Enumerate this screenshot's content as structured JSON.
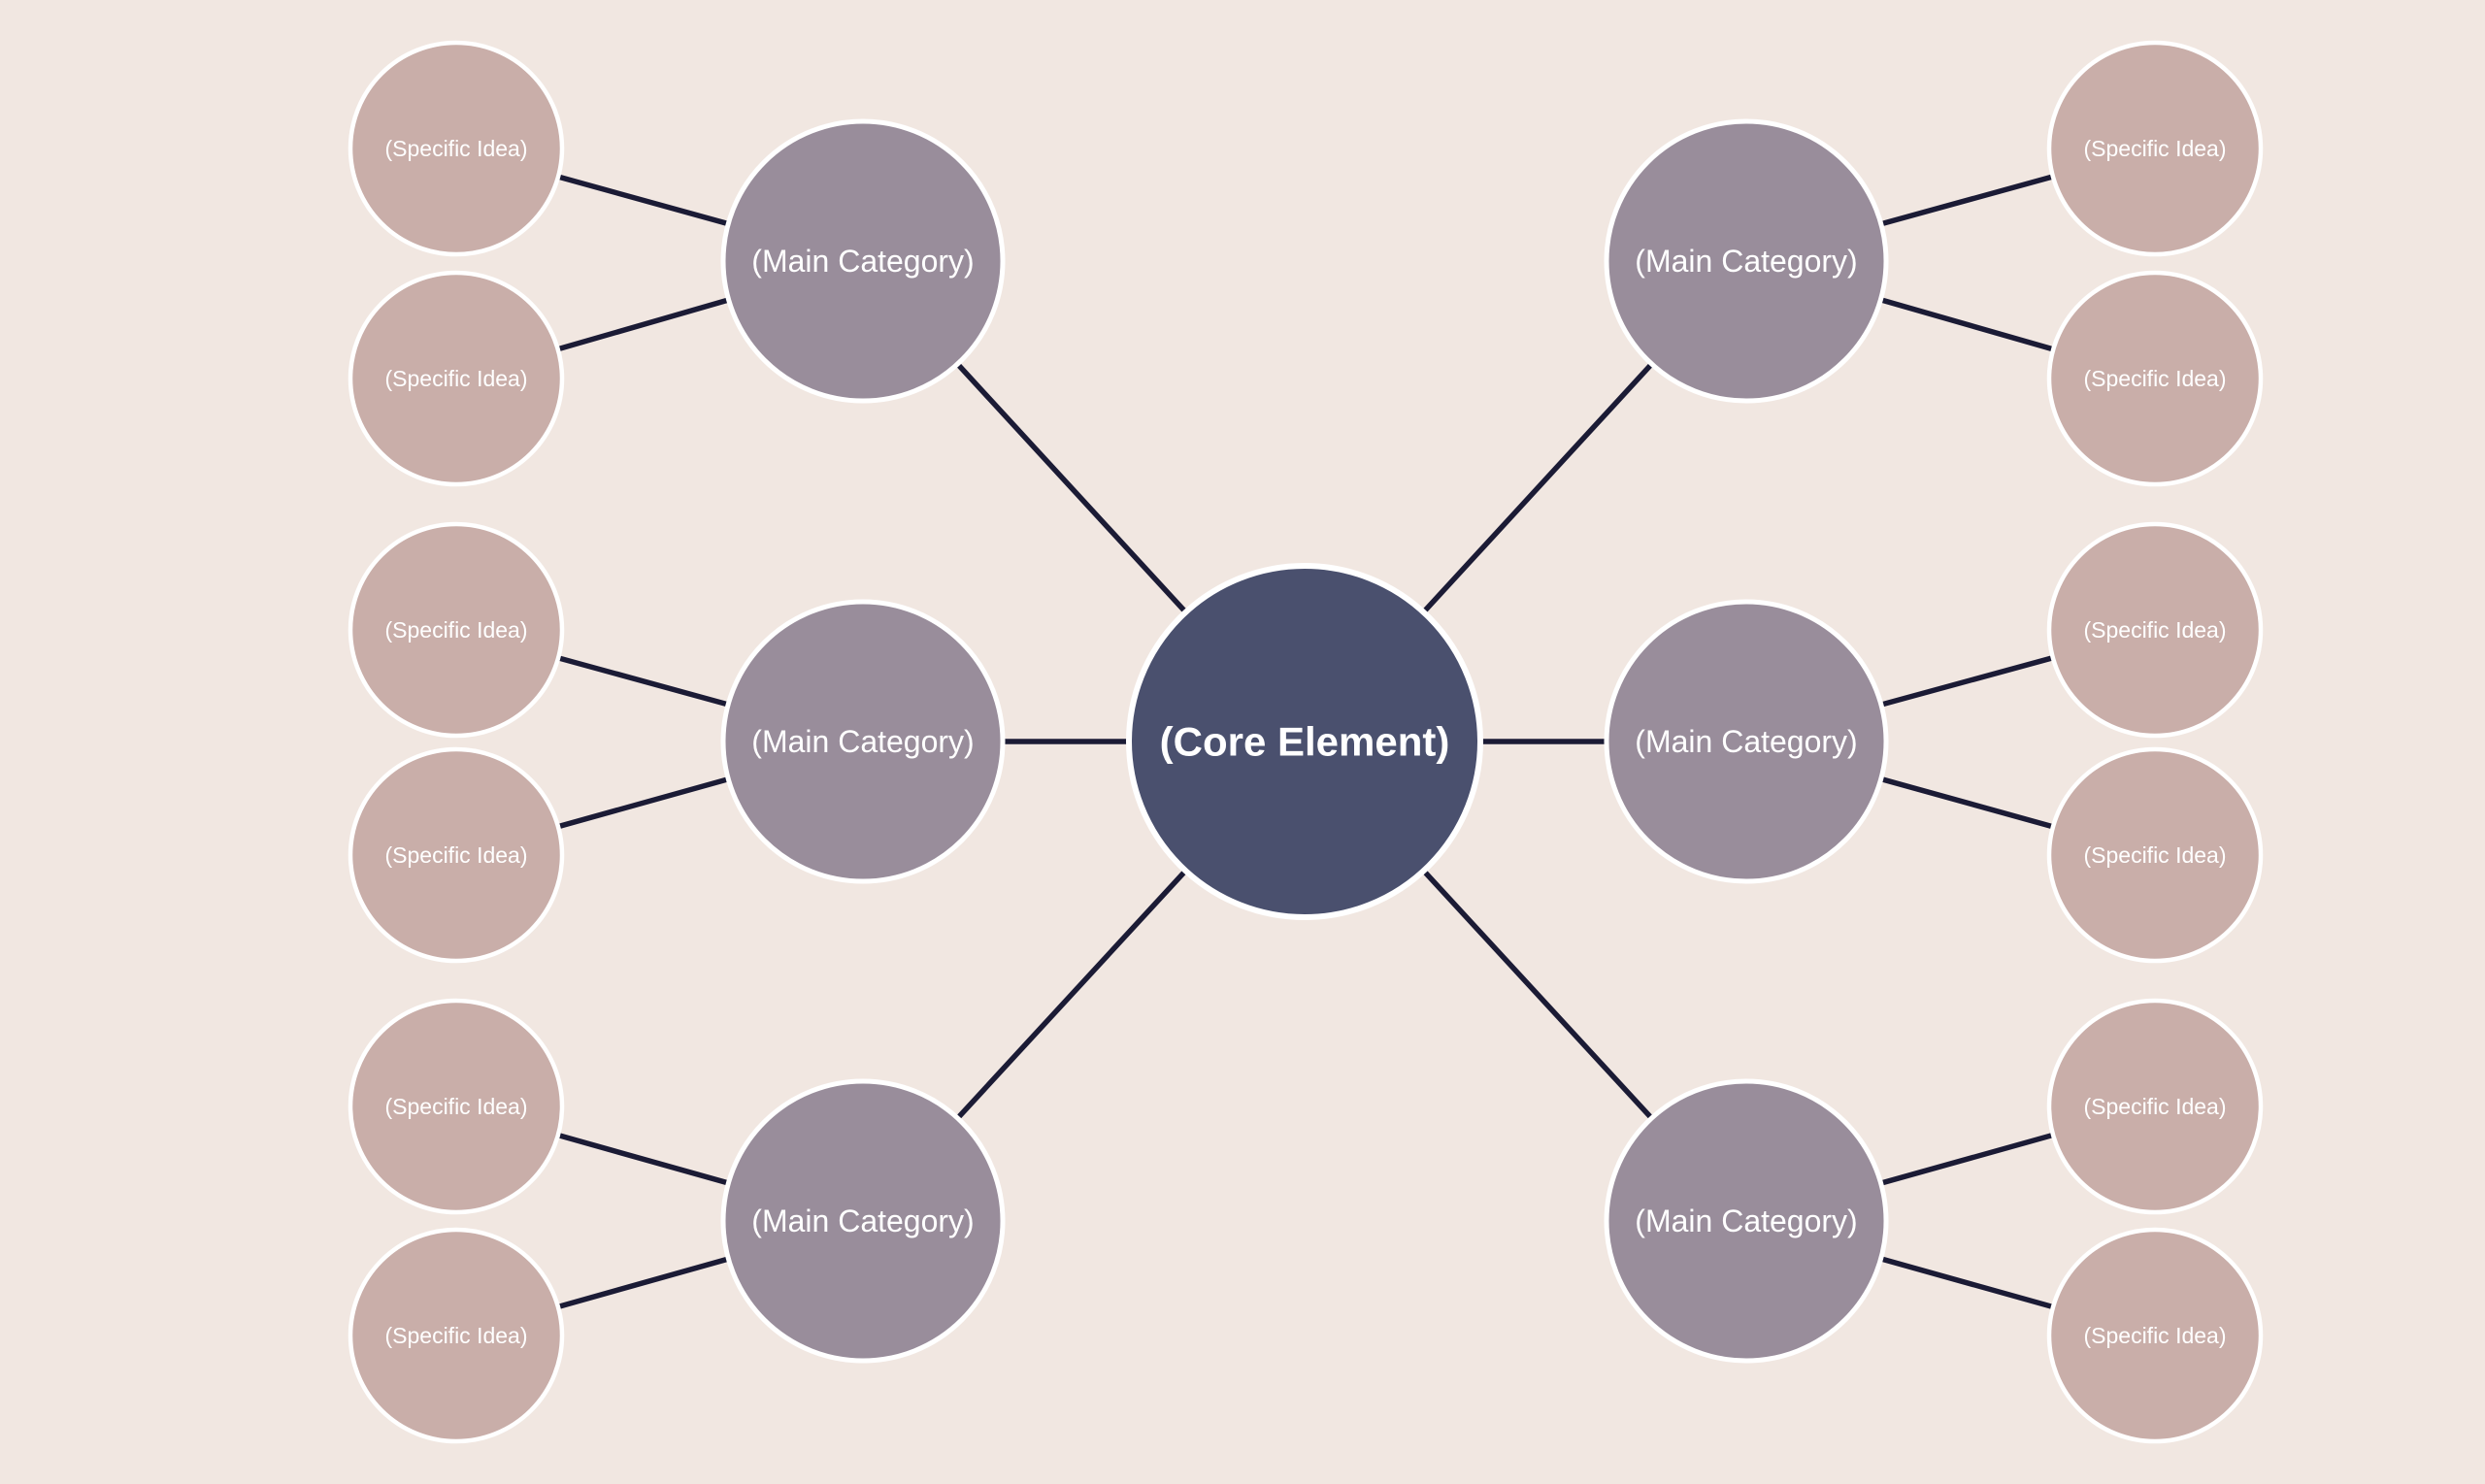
{
  "diagram": {
    "type": "mind-map",
    "colors": {
      "background": "#F1E7E1",
      "core_fill": "#4A506E",
      "main_fill": "#998D9B",
      "specific_fill": "#C9AEA9",
      "node_border": "#FFFFFF",
      "connector": "#1B1B35",
      "label_text": "#FFFFFF"
    },
    "core": {
      "label": "(Core Element)"
    },
    "main_categories": [
      {
        "position": "top-left",
        "label": "(Main Category)"
      },
      {
        "position": "middle-left",
        "label": "(Main Category)"
      },
      {
        "position": "bottom-left",
        "label": "(Main Category)"
      },
      {
        "position": "top-right",
        "label": "(Main Category)"
      },
      {
        "position": "middle-right",
        "label": "(Main Category)"
      },
      {
        "position": "bottom-right",
        "label": "(Main Category)"
      }
    ],
    "specific_ideas": [
      {
        "position": "left-1",
        "label": "(Specific Idea)"
      },
      {
        "position": "left-2",
        "label": "(Specific Idea)"
      },
      {
        "position": "left-3",
        "label": "(Specific Idea)"
      },
      {
        "position": "left-4",
        "label": "(Specific Idea)"
      },
      {
        "position": "left-5",
        "label": "(Specific Idea)"
      },
      {
        "position": "left-6",
        "label": "(Specific Idea)"
      },
      {
        "position": "right-1",
        "label": "(Specific Idea)"
      },
      {
        "position": "right-2",
        "label": "(Specific Idea)"
      },
      {
        "position": "right-3",
        "label": "(Specific Idea)"
      },
      {
        "position": "right-4",
        "label": "(Specific Idea)"
      },
      {
        "position": "right-5",
        "label": "(Specific Idea)"
      },
      {
        "position": "right-6",
        "label": "(Specific Idea)"
      }
    ]
  }
}
